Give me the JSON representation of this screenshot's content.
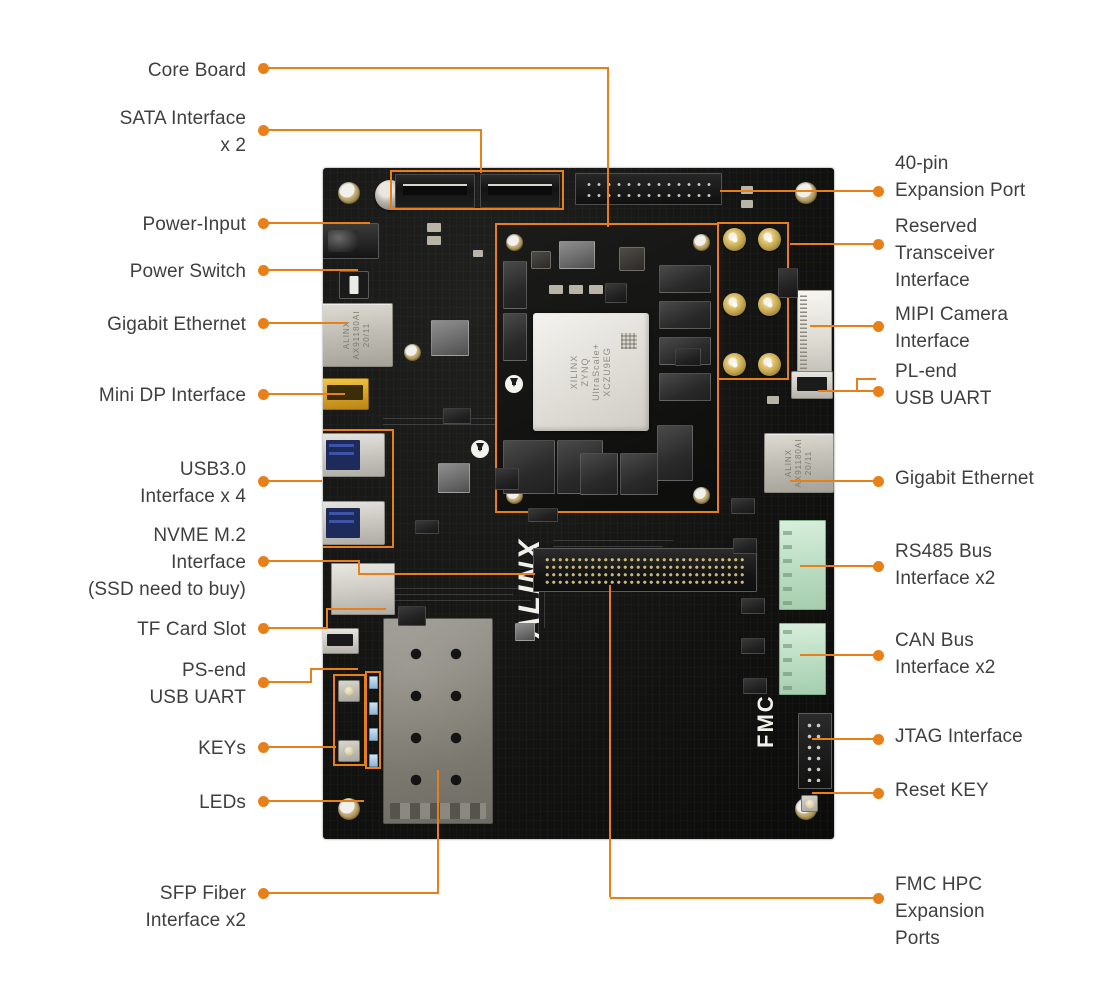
{
  "diagram": {
    "title": "ALINX FPGA Development Board Annotated Interface Diagram",
    "accent_color": "#e8801a",
    "label_color": "#3f3f3f",
    "background_color": "#ffffff"
  },
  "board": {
    "brand_silk": "ALINX",
    "fmc_silk": "FMC",
    "soc_text": "XILINX\nZYNQ\nUltraScale+\nXCZU9EG",
    "ethernet_module_text": "ALINX\nAX91180AI\n20/11"
  },
  "labels_left": [
    {
      "id": "core-board",
      "text": "Core Board"
    },
    {
      "id": "sata-interface",
      "text": "SATA Interface\nx 2"
    },
    {
      "id": "power-input",
      "text": "Power-Input"
    },
    {
      "id": "power-switch",
      "text": "Power Switch"
    },
    {
      "id": "gigabit-ethernet-left",
      "text": "Gigabit Ethernet"
    },
    {
      "id": "mini-dp",
      "text": "Mini DP Interface"
    },
    {
      "id": "usb30",
      "text": "USB3.0\nInterface x 4"
    },
    {
      "id": "nvme-m2",
      "text": "NVME M.2\nInterface\n(SSD need to buy)"
    },
    {
      "id": "tf-card-slot",
      "text": "TF Card Slot"
    },
    {
      "id": "ps-usb-uart",
      "text": "PS-end\nUSB UART"
    },
    {
      "id": "keys",
      "text": "KEYs"
    },
    {
      "id": "leds",
      "text": "LEDs"
    },
    {
      "id": "sfp-fiber",
      "text": "SFP Fiber\nInterface x2"
    }
  ],
  "labels_right": [
    {
      "id": "expansion-40pin",
      "text": "40-pin\nExpansion Port"
    },
    {
      "id": "reserved-transceiver",
      "text": "Reserved\nTransceiver\nInterface"
    },
    {
      "id": "mipi-camera",
      "text": "MIPI Camera\nInterface"
    },
    {
      "id": "pl-usb-uart",
      "text": "PL-end\nUSB UART"
    },
    {
      "id": "gigabit-ethernet-right",
      "text": "Gigabit Ethernet"
    },
    {
      "id": "rs485-bus",
      "text": "RS485 Bus\nInterface x2"
    },
    {
      "id": "can-bus",
      "text": "CAN Bus\nInterface x2"
    },
    {
      "id": "jtag-interface",
      "text": "JTAG Interface"
    },
    {
      "id": "reset-key",
      "text": "Reset KEY"
    },
    {
      "id": "fmc-hpc",
      "text": "FMC HPC\nExpansion\nPorts"
    }
  ]
}
